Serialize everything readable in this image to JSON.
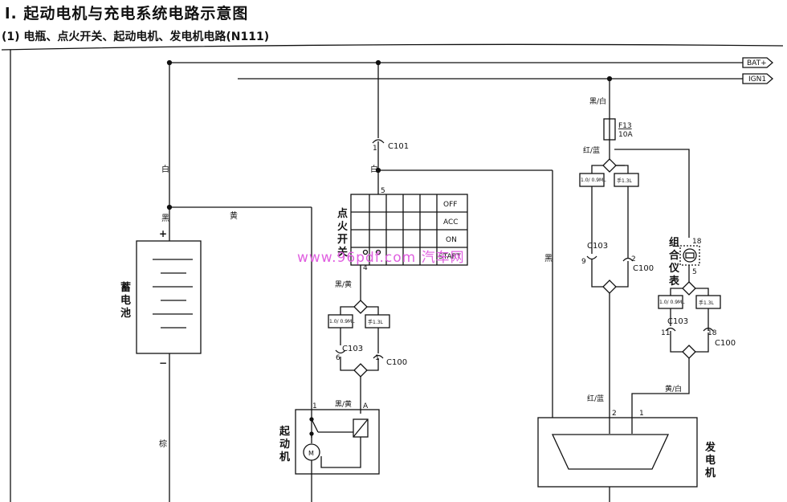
{
  "title": "起动电机与充电系统电路示意图",
  "title_prefix": "l.",
  "subtitle": "(1) 电瓶、点火开关、起动电机、发电机电路(N111)",
  "watermark": "www.96pdf.com 汽车网",
  "terminals": {
    "bat": "BAT+",
    "ign": "IGN1"
  },
  "fuse": {
    "id": "F13",
    "rating": "10A"
  },
  "connectors": {
    "c101": "C101",
    "c103": "C103",
    "c100": "C100"
  },
  "wires": {
    "white": "白",
    "black": "黑",
    "yellow": "黄",
    "black_white": "黑/白",
    "red_blue": "红/蓝",
    "black_yellow": "黑/黄",
    "yellow_white": "黄/白",
    "brown": "棕"
  },
  "switch": {
    "label": [
      "点",
      "火",
      "开",
      "关"
    ],
    "positions": [
      "OFF",
      "ACC",
      "ON",
      "START"
    ],
    "pin_top": "5",
    "pin_bottom": "4"
  },
  "battery": {
    "label": [
      "蓄",
      "电",
      "池"
    ],
    "plus": "+",
    "minus": "−"
  },
  "starter": {
    "label": [
      "起",
      "动",
      "机"
    ],
    "pin1": "1",
    "pinA": "A",
    "motor": "M"
  },
  "alternator": {
    "label": [
      "发",
      "电",
      "机"
    ],
    "pin2": "2",
    "pin1": "1"
  },
  "cluster": {
    "label": [
      "组",
      "合",
      "仪",
      "表"
    ],
    "pin18": "18",
    "pin5": "5"
  },
  "variants": {
    "a": "1.0/ 0.9ML",
    "b": "手1.3L"
  },
  "pins": {
    "p1": "1",
    "p6": "6",
    "p9": "9",
    "p2": "2",
    "p11": "11",
    "p18": "18"
  }
}
